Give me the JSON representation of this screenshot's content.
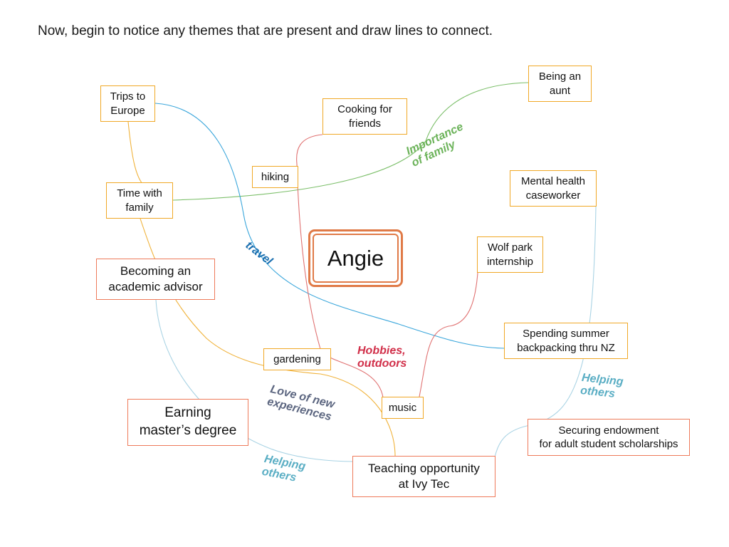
{
  "instruction": "Now, begin to notice any themes that are present and draw lines to connect.",
  "center": "Angie",
  "nodes": {
    "trips": "Trips to\nEurope",
    "cooking": "Cooking for\nfriends",
    "aunt": "Being an\naunt",
    "hiking": "hiking",
    "family_time": "Time with\nfamily",
    "mental": "Mental health\ncaseworker",
    "wolf": "Wolf park\ninternship",
    "advisor": "Becoming an\nacademic advisor",
    "backpacking": "Spending summer\nbackpacking thru NZ",
    "gardening": "gardening",
    "masters": "Earning\nmaster’s degree",
    "music": "music",
    "endowment": "Securing endowment\nfor adult student scholarships",
    "teaching": "Teaching opportunity\nat Ivy Tec"
  },
  "themes": {
    "importance_family": "Importance\nof family",
    "travel": "travel",
    "hobbies": "Hobbies,\noutdoors",
    "love_new": "Love of new\nexperiences",
    "helping_right": "Helping\nothers",
    "helping_left": "Helping\nothers"
  },
  "colors": {
    "gold_border": "#f0a826",
    "red_border": "#ee7a5a",
    "family_line": "#7cbf6a",
    "travel_line": "#3aa6db",
    "hobbies_line": "#e07272",
    "new_exp_line": "#f0b23a",
    "helping_line": "#a9d3e4",
    "theme_family": "#6cb35a",
    "theme_travel": "#1a6fb0",
    "theme_hobbies": "#d1304a",
    "theme_new": "#5c6680",
    "theme_helping": "#5aaec4"
  }
}
